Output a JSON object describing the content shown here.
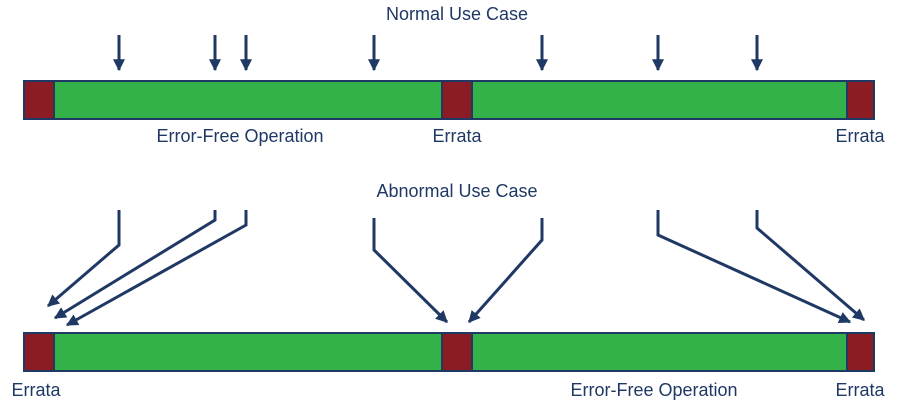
{
  "colors": {
    "bar": "#33b24a",
    "errata_block": "#8c1c24",
    "stroke": "#1f3864",
    "text": "#1f3864"
  },
  "normal": {
    "title": "Normal Use Case",
    "label_error_free": "Error-Free Operation",
    "label_errata_middle": "Errata",
    "label_errata_right": "Errata"
  },
  "abnormal": {
    "title": "Abnormal Use Case",
    "label_errata_left": "Errata",
    "label_error_free": "Error-Free Operation",
    "label_errata_right": "Errata"
  }
}
